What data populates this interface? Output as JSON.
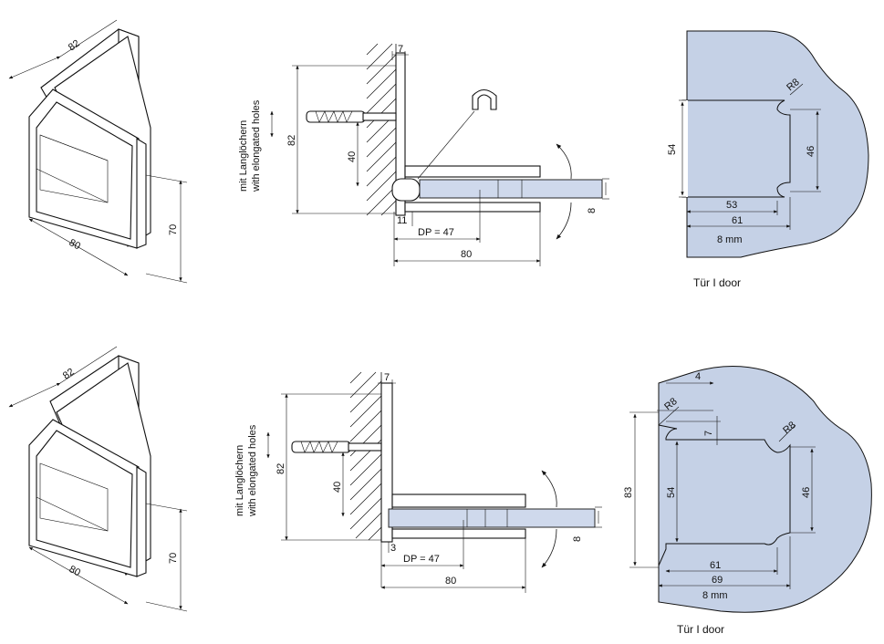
{
  "colors": {
    "glass": "#cfd9ec",
    "door_fill": "#c5d1e6",
    "line": "#111111",
    "background": "#ffffff"
  },
  "top": {
    "iso": {
      "depth": "82",
      "width": "80",
      "height": "70"
    },
    "section": {
      "note_de": "mit Langlöchern",
      "note_en": "with elongated holes",
      "dim_top": "7",
      "dim_height": "82",
      "dim_hole": "40",
      "dim_offset": "11",
      "dim_dp": "DP = 47",
      "dim_width": "80",
      "dim_glass": "8"
    },
    "door": {
      "radius": "R8",
      "dim_left": "54",
      "dim_right": "46",
      "dim_53": "53",
      "dim_61": "61",
      "dim_thickness": "8 mm",
      "caption": "Tür I door"
    }
  },
  "bottom": {
    "iso": {
      "depth": "82",
      "width": "80",
      "height": "70"
    },
    "section": {
      "note_de": "mit Langlöchern",
      "note_en": "with elongated holes",
      "dim_top": "7",
      "dim_height": "82",
      "dim_hole": "40",
      "dim_offset": "3",
      "dim_dp": "DP = 47",
      "dim_width": "80",
      "dim_glass": "8"
    },
    "door": {
      "dim_4": "4",
      "radius_left": "R8",
      "radius_right": "R8",
      "dim_7": "7",
      "dim_83": "83",
      "dim_54": "54",
      "dim_46": "46",
      "dim_61": "61",
      "dim_69": "69",
      "dim_thickness": "8 mm",
      "caption": "Tür I door"
    }
  }
}
